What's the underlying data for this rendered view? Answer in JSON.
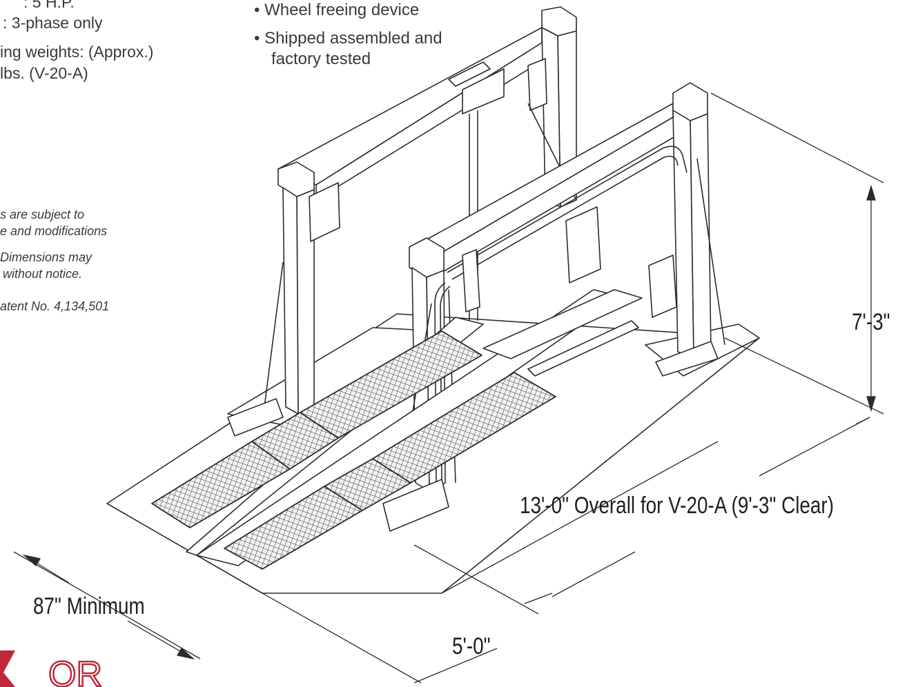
{
  "specs": {
    "motor": ": 5 H.P.",
    "power": ": 3-phase only",
    "weights_title": "ing weights: (Approx.)",
    "weights_value": "lbs. (V-20-A)"
  },
  "notes": {
    "line1": "s are subject to",
    "line2": "e and modifications",
    "line3": "Dimensions may",
    "line4": "without notice.",
    "line5": "atent No. 4,134,501"
  },
  "features": {
    "item1": "Wheel freeing device",
    "item2_line1": "Shipped assembled and",
    "item2_line2": "factory tested"
  },
  "dimensions": {
    "height": "7'-3\"",
    "overall": "13'-0\" Overall for V-20-A (9'-3\" Clear)",
    "minimum": "87\" Minimum",
    "width": "5'-0\""
  },
  "logo": {
    "text": "OR",
    "color": "#c0283a"
  }
}
